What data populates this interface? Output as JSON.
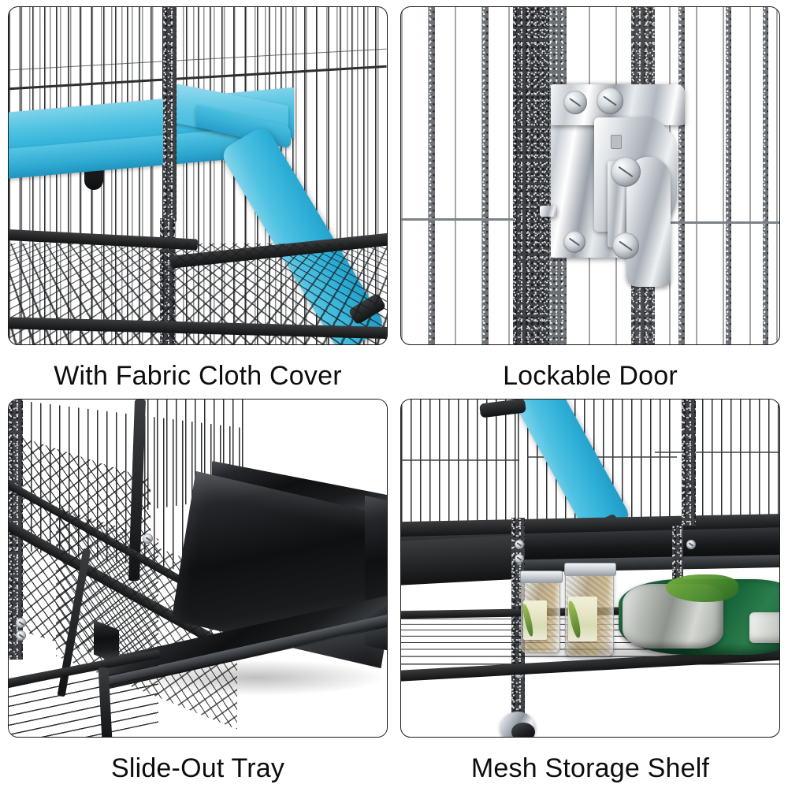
{
  "page": {
    "title": "Small Animal Cage Feature Highlights",
    "background_color": "#ffffff",
    "layout": "2x2 feature grid",
    "caption_color": "#0d0d0d",
    "panel_border_color": "#1a1a1a"
  },
  "palette": {
    "fabric_blue": "#4fc2e2",
    "fabric_blue_dark": "#2ba3cc",
    "metal_dark": "#3e4043",
    "gloss_black": "#141618",
    "chrome": "#d3d8dd",
    "bag_green": "#1c6038",
    "label_cream": "#ecead9"
  },
  "panels": [
    {
      "id": "fabric-cloth-cover",
      "position": "top-left",
      "caption": "With Fabric Cloth Cover",
      "subject": "Cage interior with light blue fabric-covered shelf and sloped ramp attached to wire bars",
      "elements": [
        "wire-bars",
        "fabric-shelf",
        "fabric-ramp",
        "hammertone-post",
        "shelf-bracket",
        "black-edge-trim",
        "bottom-grate"
      ]
    },
    {
      "id": "lockable-door",
      "position": "top-right",
      "caption": "Lockable Door",
      "subject": "Close-up of chrome lockable latch mounted on hammertone cage post",
      "elements": [
        "wire-bars",
        "hammertone-post",
        "chrome-lock-plate",
        "lock-handle",
        "mounting-screws",
        "cross-wire"
      ]
    },
    {
      "id": "slide-out-tray",
      "position": "bottom-left",
      "caption": "Slide-Out Tray",
      "subject": "Glossy black slide-out tray partially pulled from the bottom of the cage",
      "elements": [
        "cage-frame",
        "wire-mesh-floor",
        "slide-rail",
        "gloss-black-tray",
        "tray-lip",
        "mesh-storage-shelf"
      ]
    },
    {
      "id": "mesh-storage-shelf",
      "position": "bottom-right",
      "caption": "Mesh Storage Shelf",
      "subject": "Lower mesh storage shelf holding two jars of seed mix and a green bag of bedding, with caster wheel",
      "elements": [
        "wire-bars",
        "blue-ramp",
        "cage-base-frame",
        "mesh-shelf",
        "seed-jar-left",
        "seed-jar-right",
        "bedding-bag",
        "caster-wheel"
      ]
    }
  ],
  "icons": {
    "caster": "caster-wheel-icon",
    "screw": "screw-icon",
    "jar": "jar-icon",
    "bag": "bag-icon"
  }
}
